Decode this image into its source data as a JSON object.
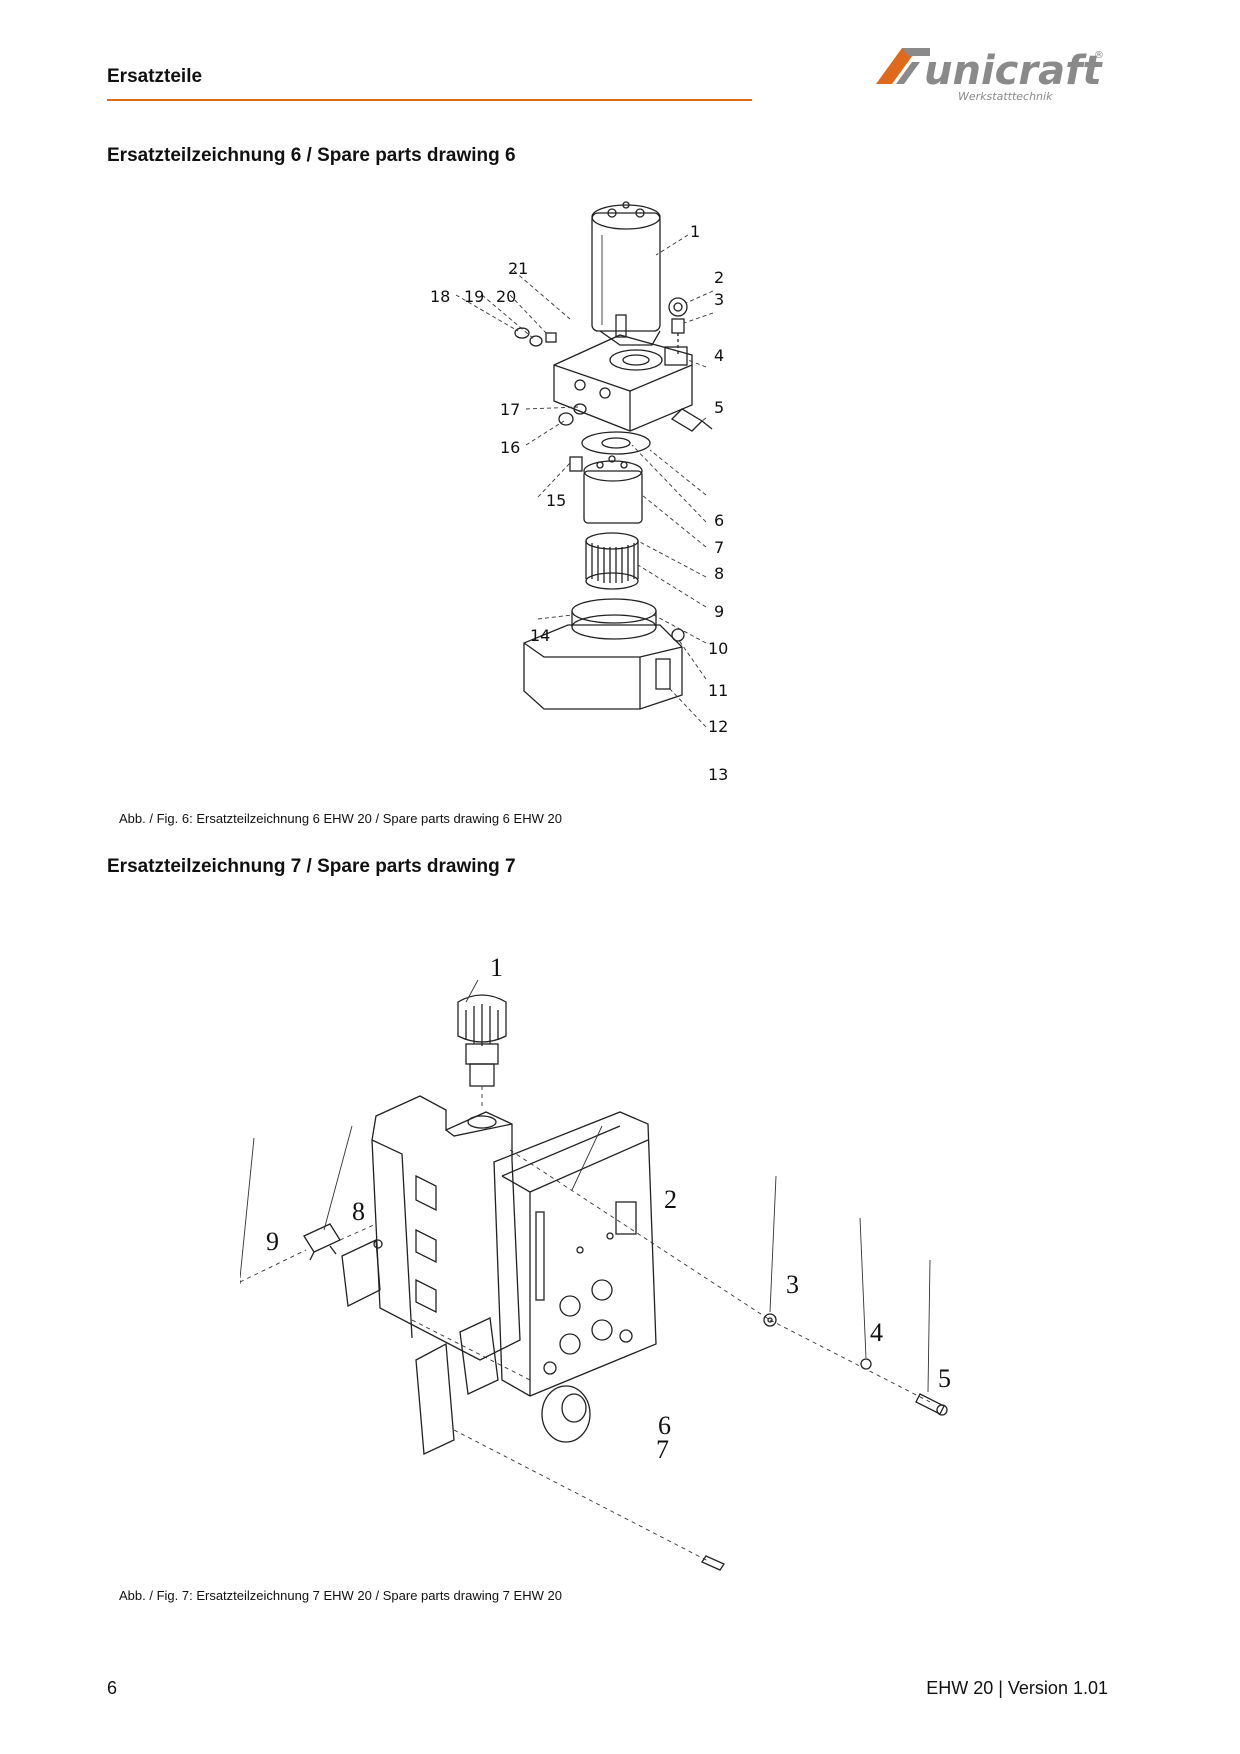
{
  "header": {
    "section": "Ersatzteile",
    "logo": {
      "brand": "unicraft",
      "registered": "®",
      "tagline": "Werkstatttechnik",
      "brand_color": "#e06a1a",
      "text_color": "#8a8a8a"
    },
    "rule_color": "#e06a1a"
  },
  "drawings": [
    {
      "title": "Ersatzteilzeichnung 6 / Spare parts drawing 6",
      "labels": [
        "1",
        "2",
        "3",
        "4",
        "5",
        "6",
        "7",
        "8",
        "9",
        "10",
        "11",
        "12",
        "13",
        "14",
        "15",
        "16",
        "17",
        "18",
        "19",
        "20",
        "21"
      ],
      "caption": "Abb. / Fig. 6: Ersatzteilzeichnung 6 EHW 20 / Spare parts drawing 6 EHW 20"
    },
    {
      "title": "Ersatzteilzeichnung 7 / Spare parts drawing 7",
      "labels": [
        "1",
        "2",
        "3",
        "4",
        "5",
        "6",
        "7",
        "8",
        "9"
      ],
      "caption": "Abb. / Fig. 7: Ersatzteilzeichnung 7 EHW 20 / Spare parts drawing 7 EHW 20"
    }
  ],
  "footer": {
    "page_number": "6",
    "document": "EHW 20 | Version 1.01"
  }
}
